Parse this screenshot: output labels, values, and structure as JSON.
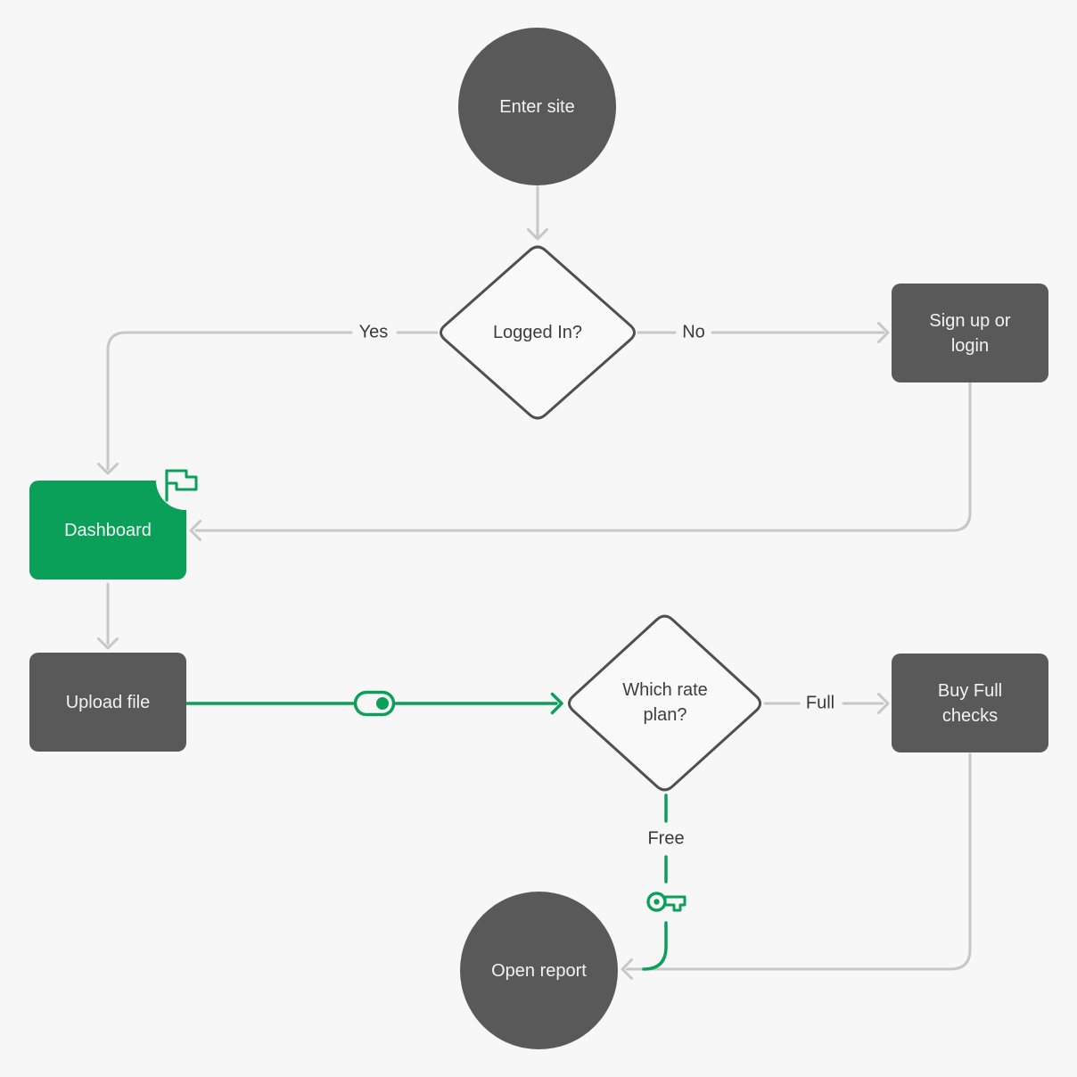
{
  "palette": {
    "background": "#f7f7f7",
    "node_dark": "#595959",
    "accent_green": "#0aa05a",
    "connector_gray": "#c7c7c7",
    "diamond_stroke": "#4f4f4f",
    "node_text": "#f2f2f2",
    "label_text": "#3a3a3a"
  },
  "nodes": {
    "enter_site": {
      "label": "Enter site",
      "shape": "circle"
    },
    "logged_in": {
      "label": "Logged In?",
      "shape": "diamond"
    },
    "sign_up": {
      "label": "Sign up or login",
      "shape": "rectangle"
    },
    "dashboard": {
      "label": "Dashboard",
      "shape": "rectangle-notched",
      "accent": "#0aa05a"
    },
    "upload_file": {
      "label": "Upload file",
      "shape": "rectangle"
    },
    "rate_plan": {
      "label": "Which rate plan?",
      "shape": "diamond"
    },
    "buy_full": {
      "label": "Buy Full checks",
      "shape": "rectangle"
    },
    "open_report": {
      "label": "Open report",
      "shape": "circle"
    }
  },
  "edges": {
    "yes": {
      "label": "Yes"
    },
    "no": {
      "label": "No"
    },
    "full": {
      "label": "Full"
    },
    "free": {
      "label": "Free"
    }
  },
  "icons": {
    "flag": "flag-icon",
    "toggle": "toggle-icon",
    "key": "key-icon"
  }
}
